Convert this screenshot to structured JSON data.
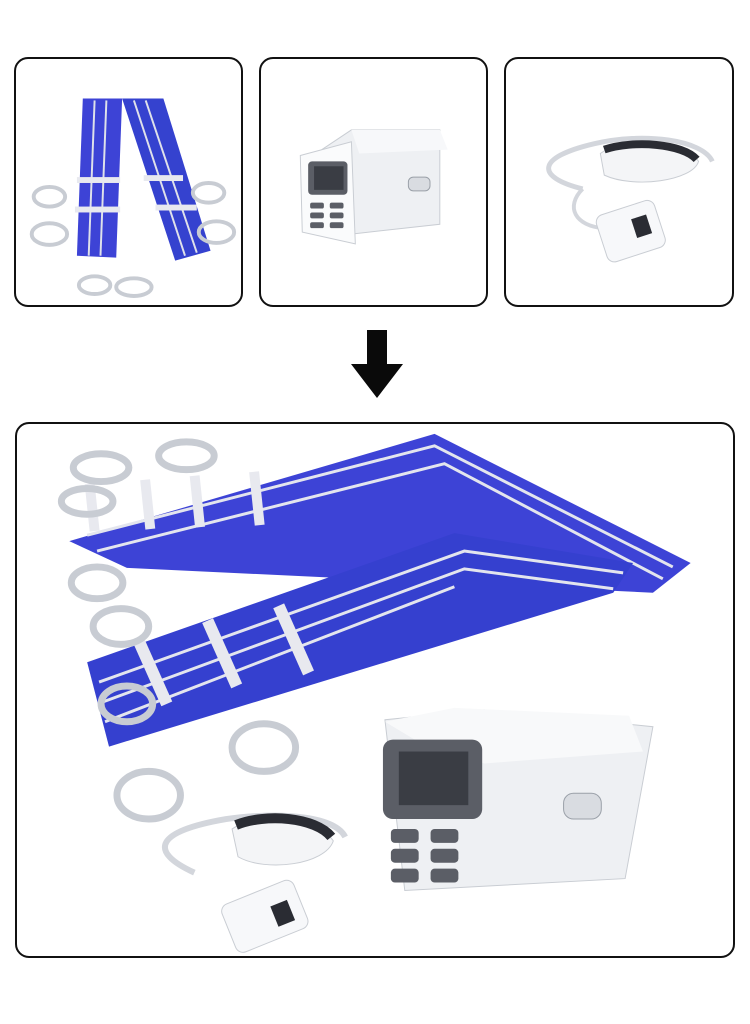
{
  "products": {
    "leg_sleeves": {
      "name": "pressotherapy-leg-sleeves",
      "color": "#3d43d6",
      "stripe": "#d9dbe6"
    },
    "control_unit": {
      "name": "pressotherapy-control-unit",
      "body": "#f2f3f5",
      "panel": "#5b5e66",
      "screen": "#3a3d44"
    },
    "eye_massager": {
      "name": "eye-massager-with-remote",
      "body": "#f4f5f7",
      "pad": "#2a2c33"
    }
  },
  "arrow": {
    "icon": "arrow-down-icon",
    "color": "#0a0a0a"
  },
  "colors": {
    "border": "#111111",
    "hose": "#c8ccd3",
    "hose_dark": "#9aa0a8"
  }
}
